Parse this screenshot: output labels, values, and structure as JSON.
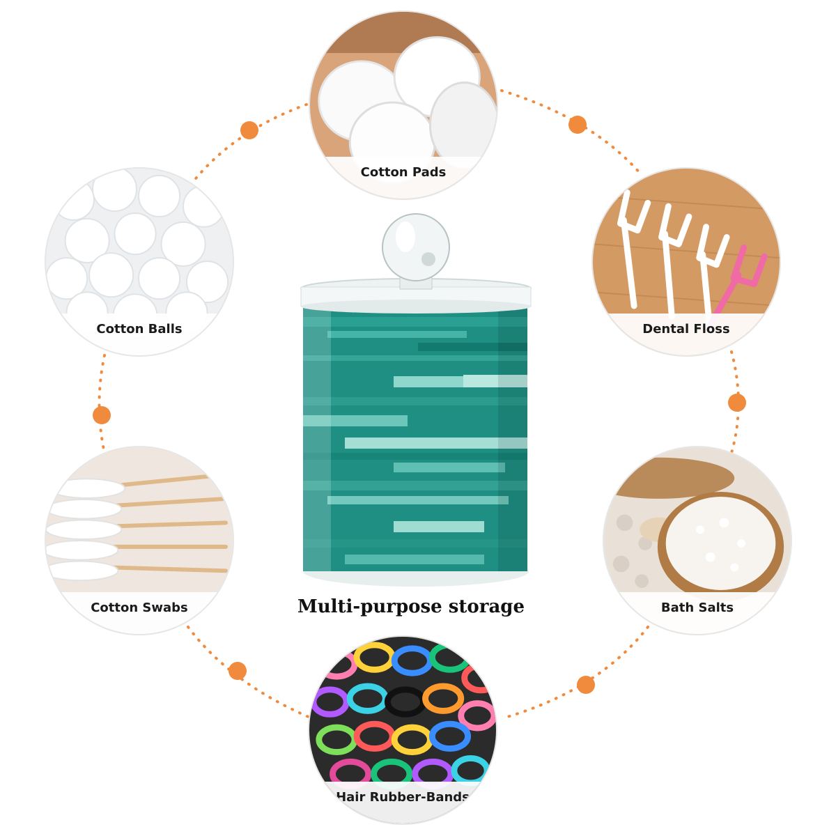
{
  "items": {
    "cotton_pads": "Cotton Pads",
    "cotton_balls": "Cotton Balls",
    "dental_floss": "Dental Floss",
    "cotton_swabs": "Cotton Swabs",
    "bath_salts": "Bath Salts",
    "hair_bands": "Hair Rubber-Bands"
  },
  "caption": "Multi-purpose storage",
  "colors": {
    "connector_dot": "#f08a3c",
    "jar_teal": "#1f8f83",
    "label_bg": "#ffffff"
  }
}
